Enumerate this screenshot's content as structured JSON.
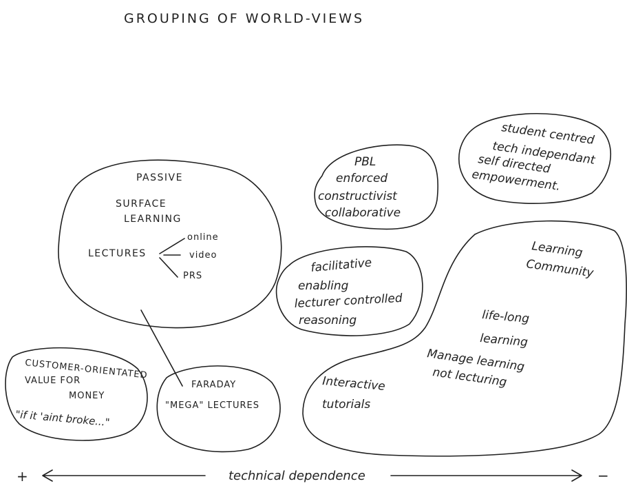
{
  "title": "GROUPING OF WORLD-VIEWS",
  "groups": {
    "passive": {
      "lines": [
        "PASSIVE",
        "SURFACE",
        "LEARNING"
      ],
      "lectures": "LECTURES",
      "branches": [
        "online",
        "video",
        "PRS"
      ]
    },
    "pbl": {
      "lines": [
        "PBL",
        "enforced",
        "constructivist",
        "collaborative"
      ]
    },
    "student": {
      "lines": [
        "student centred",
        "tech independant",
        "self directed",
        "empowerment."
      ]
    },
    "facilitative": {
      "lines": [
        "facilitative",
        "enabling",
        "lecturer controlled",
        "reasoning"
      ]
    },
    "community": {
      "lines": [
        "Learning",
        "Community"
      ],
      "lifelong": [
        "life-long",
        "learning"
      ],
      "manage": [
        "Manage learning",
        "not lecturing"
      ],
      "interactive": [
        "Interactive",
        "tutorials"
      ]
    },
    "customer": {
      "lines": [
        "CUSTOMER-ORIENTATED",
        "VALUE FOR",
        "MONEY",
        "\"if it 'aint broke...\""
      ]
    },
    "faraday": {
      "lines": [
        "FARADAY",
        "\"MEGA\" LECTURES"
      ]
    }
  },
  "axis": {
    "left": "+",
    "right": "−",
    "label": "technical dependence"
  }
}
